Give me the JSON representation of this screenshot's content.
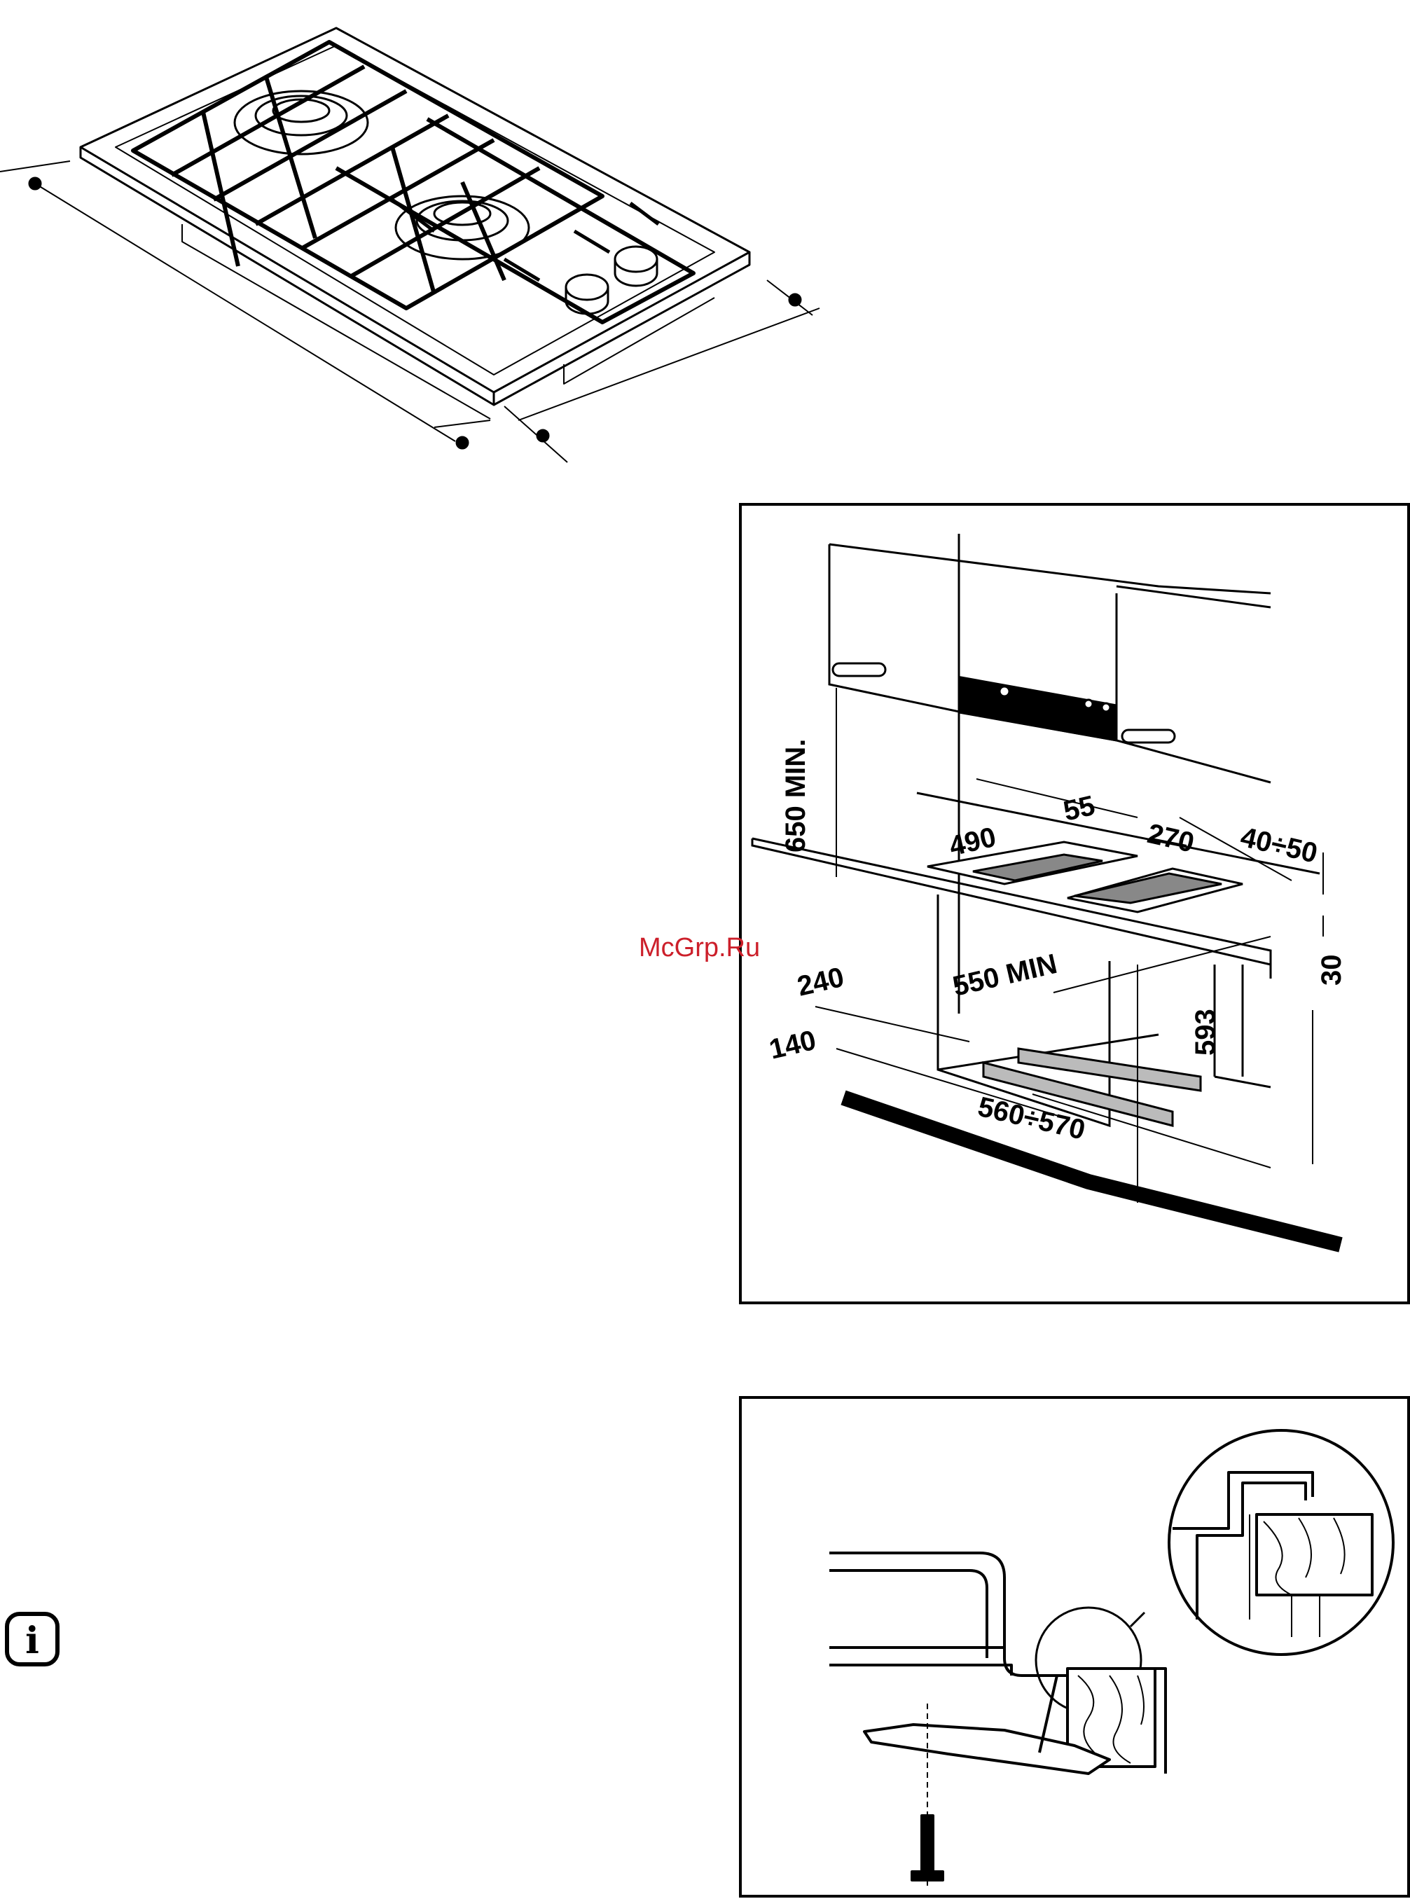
{
  "watermark": {
    "text": "McGrp.Ru",
    "color": "#cc1f2a"
  },
  "figures": {
    "hob": {
      "icon": "gas-hob-illustration"
    },
    "installation": {
      "dimensions": {
        "cabinet_height": "650 MIN.",
        "cutout_depth": "490",
        "edge_gap": "55",
        "cutout_width": "270",
        "wall_gap": "40÷50",
        "worktop_thickness": "30",
        "min_width": "550 MIN",
        "side_240": "240",
        "side_140": "140",
        "cabinet_depth": "593",
        "cabinet_width": "560÷570"
      }
    },
    "fixing": {
      "icon": "fixing-bracket-detail"
    }
  },
  "info": {
    "icon": "info-icon",
    "letter": "i"
  }
}
